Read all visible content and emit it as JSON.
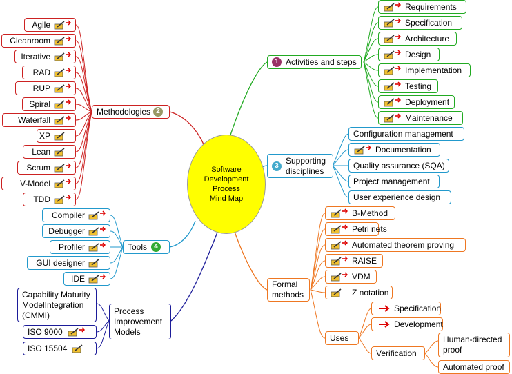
{
  "center": {
    "line1": "Software",
    "line2": "Development",
    "line3": "Process",
    "line4": "Mind Map"
  },
  "activities": {
    "label": "Activities and steps",
    "badge": "1",
    "items": [
      "Requirements",
      "Specification",
      "Architecture",
      "Design",
      "Implementation",
      "Testing",
      "Deployment",
      "Maintenance"
    ]
  },
  "supporting": {
    "label_line1": "Supporting",
    "label_line2": "disciplines",
    "badge": "3",
    "items": [
      "Configuration management",
      "Documentation",
      "Quality assurance (SQA)",
      "Project management",
      "User experience design"
    ]
  },
  "formal": {
    "label_line1": "Formal",
    "label_line2": "methods",
    "items": [
      "B-Method",
      "Petri nets",
      "Automated theorem proving",
      "RAISE",
      "VDM",
      "Z notation"
    ],
    "uses": {
      "label": "Uses",
      "items": [
        "Specification",
        "Development"
      ],
      "verification": {
        "label": "Verification",
        "items": [
          "Human-directed proof",
          "Automated proof"
        ]
      }
    }
  },
  "methodologies": {
    "label": "Methodologies",
    "badge": "2",
    "items": [
      "Agile",
      "Cleanroom",
      "Iterative",
      "RAD",
      "RUP",
      "Spiral",
      "Waterfall",
      "XP",
      "Lean",
      "Scrum",
      "V-Model",
      "TDD"
    ]
  },
  "tools": {
    "label": "Tools",
    "badge": "4",
    "items": [
      "Compiler",
      "Debugger",
      "Profiler",
      "GUI designer",
      "IDE"
    ]
  },
  "process": {
    "label_line1": "Process",
    "label_line2": "Improvement",
    "label_line3": "Models",
    "cmmi_line1": "Capability Maturity",
    "cmmi_line2": "ModelIntegration",
    "cmmi_line3": "(CMMI)",
    "items": [
      "ISO 9000",
      "ISO 15504"
    ]
  },
  "icons": {
    "attachment": "pencil-note-icon",
    "link": "red-arrow-icon"
  },
  "colors": {
    "green": "#22aa22",
    "red": "#cc2222",
    "blue": "#2299cc",
    "orange": "#ee7722",
    "navy": "#1c1c99",
    "center": "#ffff00"
  }
}
